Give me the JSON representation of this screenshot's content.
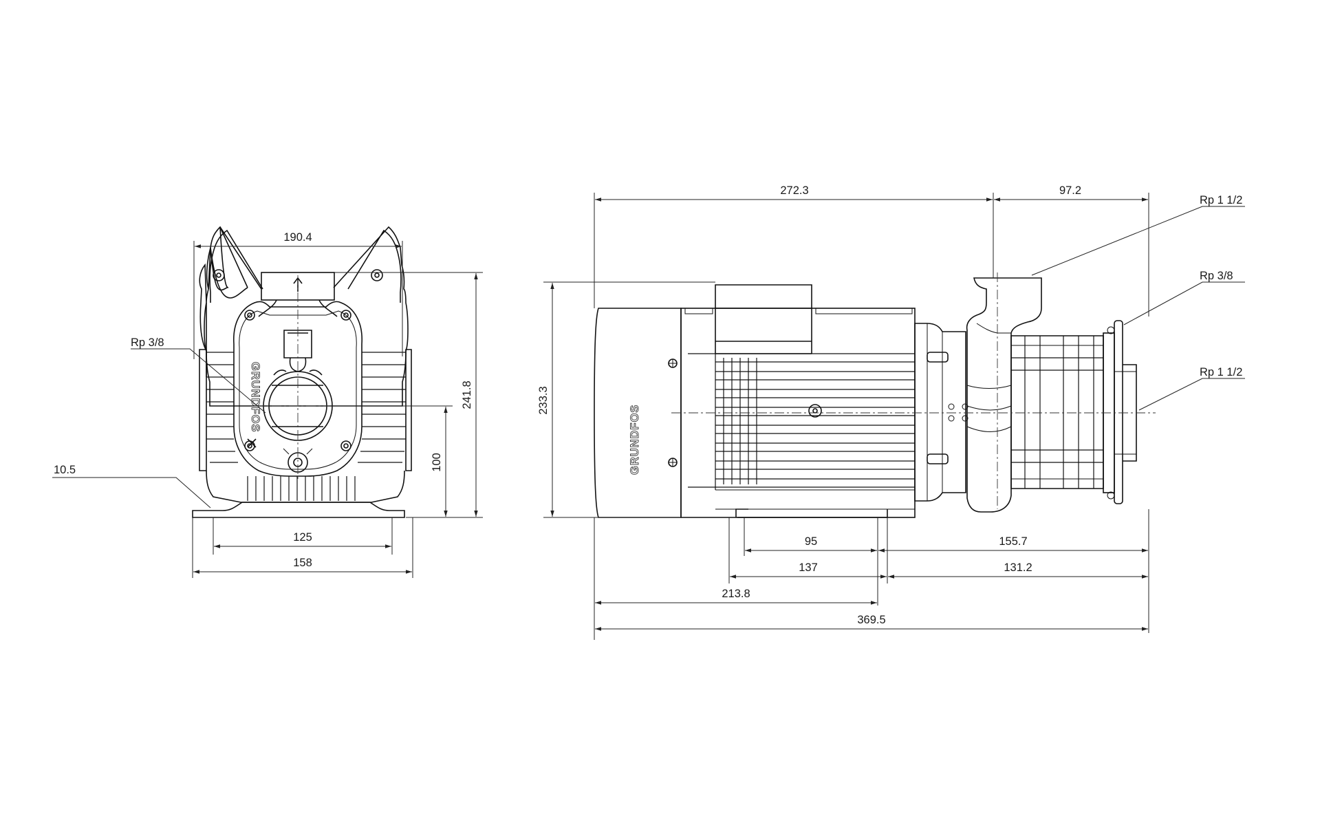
{
  "front_view": {
    "dims": {
      "width_top": "190.4",
      "height_total": "241.8",
      "shaft_height": "100",
      "foot_holes": "125",
      "foot_width": "158",
      "foot_thickness": "10.5"
    },
    "callouts": {
      "drain": "Rp 3/8"
    },
    "brand": "GRUNDFOS"
  },
  "side_view": {
    "dims": {
      "motor_length": "272.3",
      "outlet_to_end": "97.2",
      "height": "233.3",
      "foot_span_95": "95",
      "foot_to_end_155": "155.7",
      "foot_outer_137": "137",
      "foot_to_end_131": "131.2",
      "to_foot_213": "213.8",
      "overall_length": "369.5"
    },
    "callouts": {
      "outlet": "Rp 1 1/2",
      "priming": "Rp 3/8",
      "inlet": "Rp 1 1/2"
    },
    "brand": "GRUNDFOS"
  }
}
